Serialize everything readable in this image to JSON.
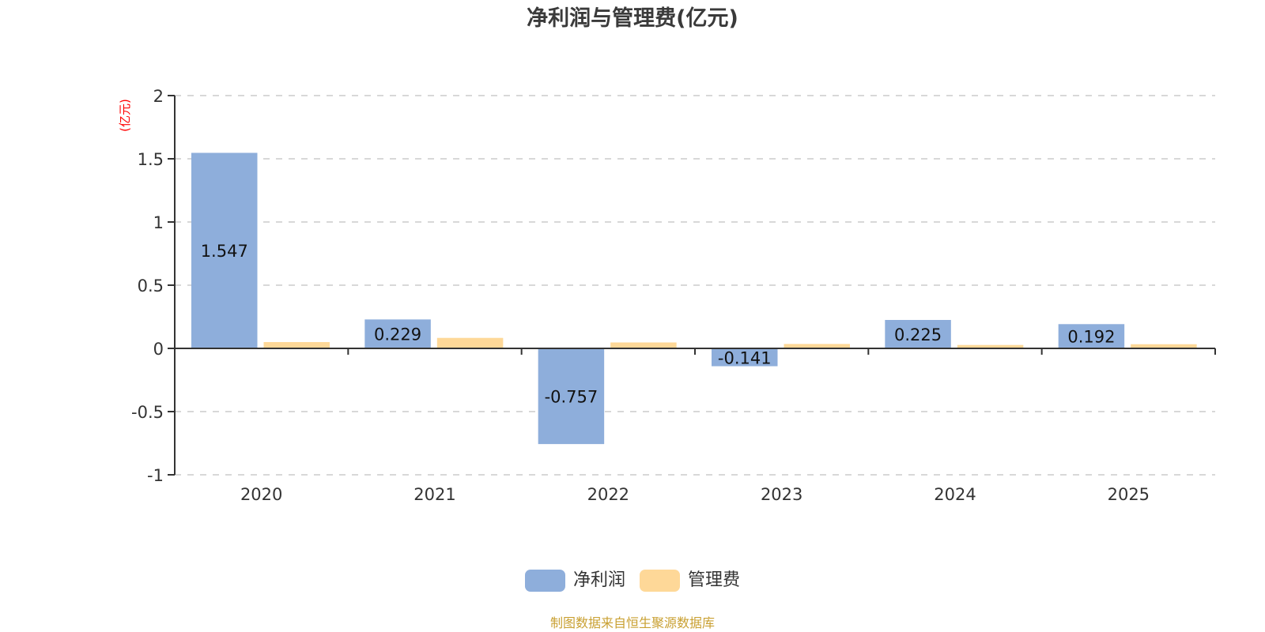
{
  "colors": {
    "net_profit": "#8eaedb",
    "admin_expense": "#fed898",
    "axis": "#333333",
    "grid": "#cccccc",
    "unit_label": "#ff0000",
    "footer": "#c9a032"
  },
  "legend": {
    "items": [
      {
        "label": "净利润",
        "series": "net_profit"
      },
      {
        "label": "管理费",
        "series": "admin_expense"
      }
    ]
  },
  "footer": {
    "note": "制图数据来自恒生聚源数据库"
  },
  "chart_data": {
    "type": "bar",
    "title": "净利润与管理费(亿元)",
    "xlabel": "",
    "ylabel": "(亿元)",
    "categories": [
      "2020",
      "2021",
      "2022",
      "2023",
      "2024",
      "2025"
    ],
    "series": [
      {
        "name": "净利润",
        "key": "net_profit",
        "values": [
          1.547,
          0.229,
          -0.757,
          -0.141,
          0.225,
          0.192
        ],
        "show_labels": true
      },
      {
        "name": "管理费",
        "key": "admin_expense",
        "values": [
          0.05,
          0.083,
          0.047,
          0.035,
          0.027,
          0.033
        ],
        "show_labels": false
      }
    ],
    "ylim": [
      -1,
      2
    ],
    "yticks": [
      2,
      1.5,
      1,
      0.5,
      0,
      -0.5,
      -1
    ],
    "ytick_labels": [
      "2",
      "1.5",
      "1",
      "0.5",
      "0",
      "-0.5",
      "-1"
    ],
    "grid": true,
    "grid_style": "dashed",
    "legend_position": "bottom-center"
  }
}
